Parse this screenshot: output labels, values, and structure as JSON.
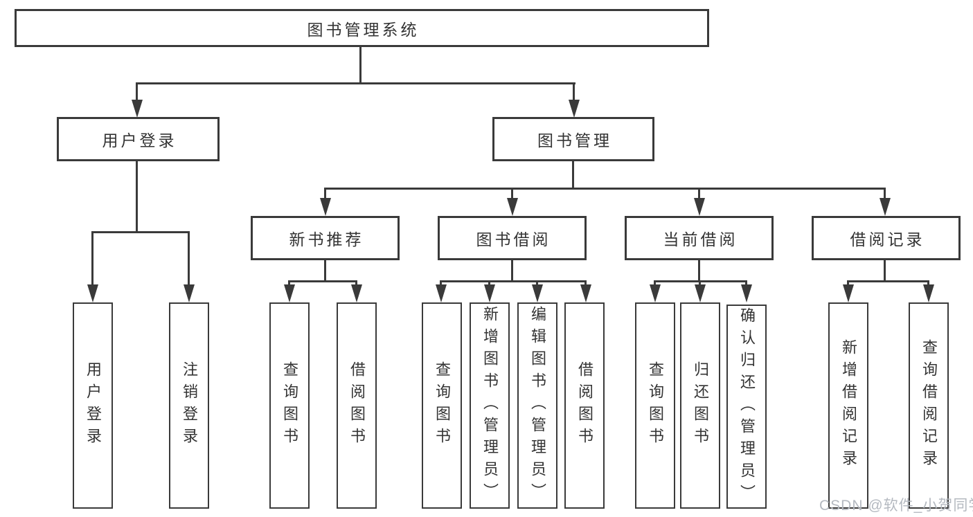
{
  "diagram": {
    "title": "图书管理系统",
    "colors": {
      "line": "#3a3a3a",
      "text": "#333333",
      "box_background": "#ffffff",
      "watermark": "#b4b9c0"
    },
    "tree": {
      "root": {
        "label": "图书管理系统"
      },
      "branches": [
        {
          "label": "用户登录",
          "children": [
            {
              "label": "用户登录"
            },
            {
              "label": "注销登录"
            }
          ]
        },
        {
          "label": "图书管理",
          "children": [
            {
              "label": "新书推荐",
              "children": [
                {
                  "label": "查询图书"
                },
                {
                  "label": "借阅图书"
                }
              ]
            },
            {
              "label": "图书借阅",
              "children": [
                {
                  "label": "查询图书"
                },
                {
                  "label": "新增图书（管理员）"
                },
                {
                  "label": "编辑图书（管理员）"
                },
                {
                  "label": "借阅图书"
                }
              ]
            },
            {
              "label": "当前借阅",
              "children": [
                {
                  "label": "查询图书"
                },
                {
                  "label": "归还图书"
                },
                {
                  "label": "确认归还（管理员）"
                }
              ]
            },
            {
              "label": "借阅记录",
              "children": [
                {
                  "label": "新增借阅记录"
                },
                {
                  "label": "查询借阅记录"
                }
              ]
            }
          ]
        }
      ]
    },
    "watermark": "CSDN @软件_小贺同学"
  }
}
